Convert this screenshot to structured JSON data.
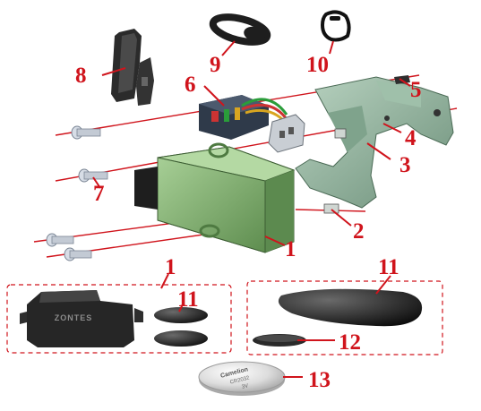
{
  "labels": {
    "part_1": "1",
    "part_2": "2",
    "part_3": "3",
    "part_4": "4",
    "part_5": "5",
    "part_6": "6",
    "part_7": "7",
    "part_8": "8",
    "part_9": "9",
    "part_10": "10",
    "part_1_detail": "1",
    "part_11_left": "11",
    "part_11_right": "11",
    "part_12": "12",
    "part_13": "13"
  },
  "text_marks": {
    "ecu_brand": "ZONTES",
    "battery_line1": "Camelion",
    "battery_line2": "CR2032",
    "battery_line3": "3V"
  },
  "colors": {
    "callout": "#d0141c",
    "ecu_box": "#7fae6d",
    "bracket": "#8fb29c",
    "dark_part": "#2a2a2a"
  }
}
